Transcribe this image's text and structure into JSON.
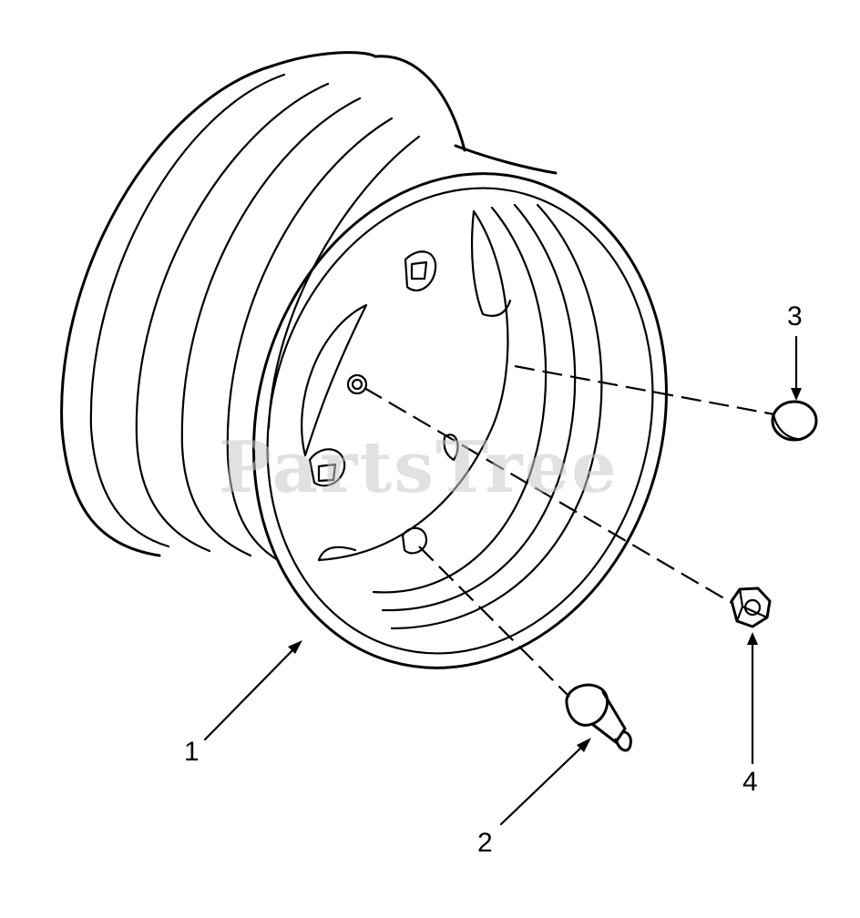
{
  "watermark": "PartsTree",
  "callouts": [
    {
      "id": "wheel-rim",
      "label": "1"
    },
    {
      "id": "valve-stem",
      "label": "2"
    },
    {
      "id": "hub-cap",
      "label": "3"
    },
    {
      "id": "lug-nut",
      "label": "4"
    }
  ]
}
